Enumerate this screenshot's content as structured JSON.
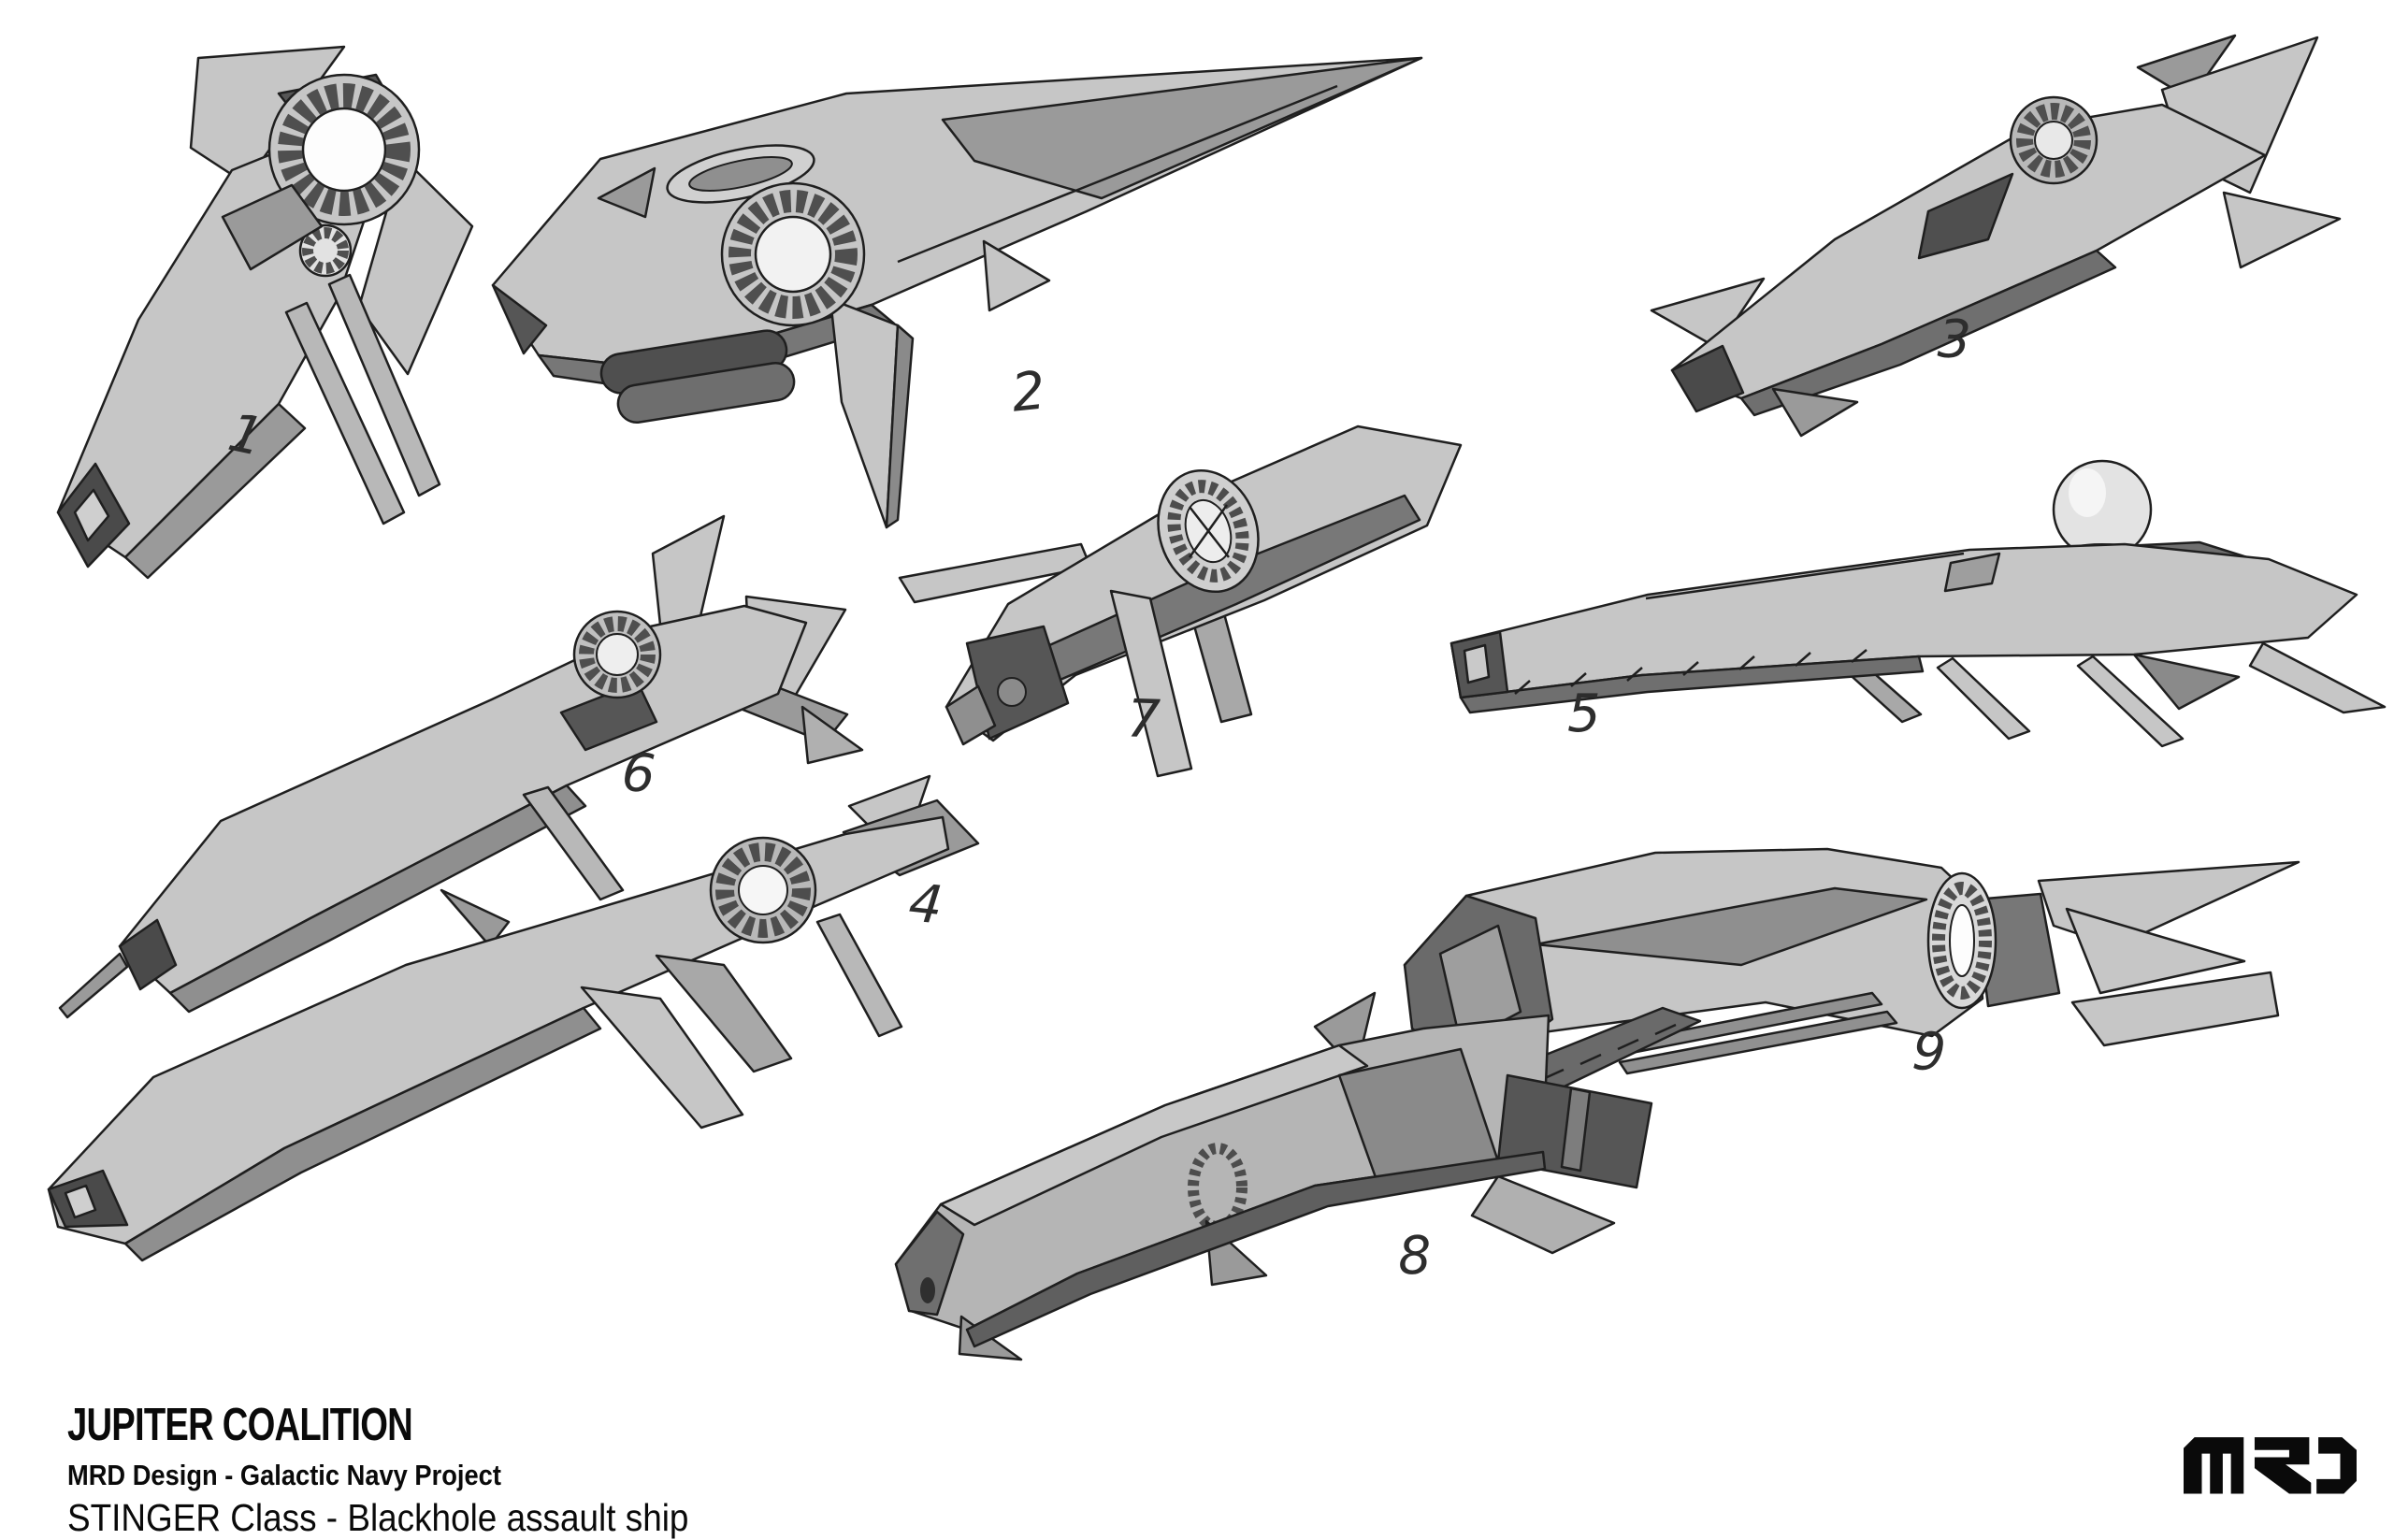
{
  "document": {
    "footer": {
      "org": "JUPITER COALITION",
      "project": "MRD Design - Galactic Navy Project",
      "class_line": "STINGER Class - Blackhole assault ship"
    },
    "logo": {
      "text": "MRD"
    }
  },
  "palette": {
    "background": "#ffffff",
    "hull_light": "#c6c6c6",
    "hull_mid": "#9a9a9a",
    "hull_dark": "#565656",
    "outline": "#1f1f1f",
    "ink": "#0a0a0a",
    "pencil": "#2d2d2d"
  },
  "ships": [
    {
      "label": "1",
      "position": "top-left"
    },
    {
      "label": "2",
      "position": "top-center"
    },
    {
      "label": "3",
      "position": "top-right"
    },
    {
      "label": "6",
      "position": "middle-left"
    },
    {
      "label": "7",
      "position": "middle-center"
    },
    {
      "label": "5",
      "position": "middle-right"
    },
    {
      "label": "4",
      "position": "lower-left"
    },
    {
      "label": "9",
      "position": "bottom-right"
    },
    {
      "label": "8",
      "position": "bottom-center"
    }
  ]
}
